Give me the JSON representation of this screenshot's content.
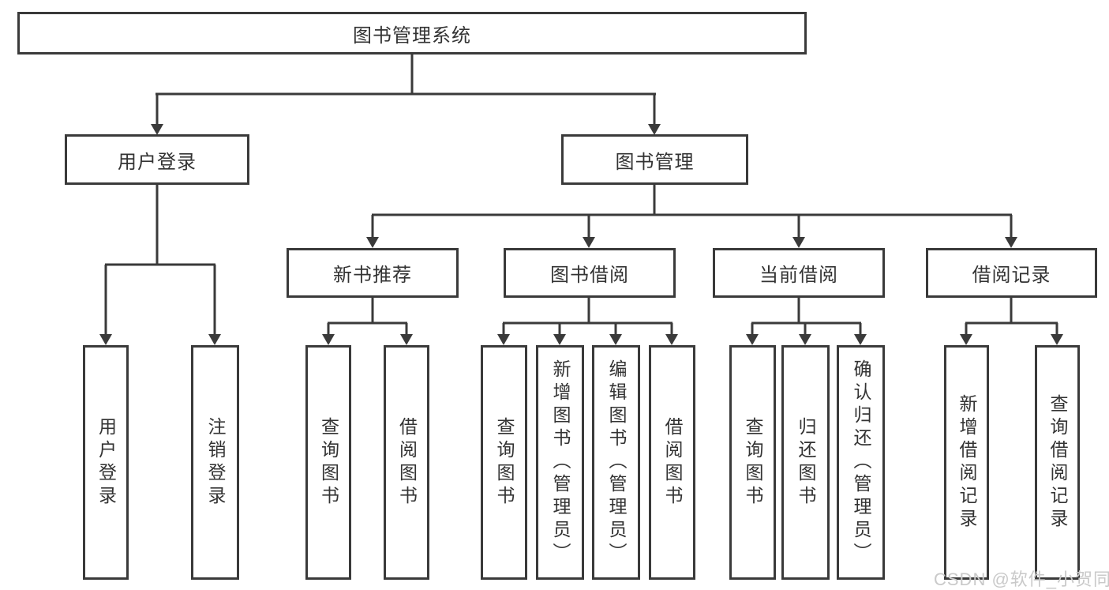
{
  "diagram": {
    "root": "图书管理系统",
    "branches": [
      {
        "label": "用户登录",
        "children": [
          "用户登录",
          "注销登录"
        ]
      },
      {
        "label": "图书管理",
        "sections": [
          {
            "label": "新书推荐",
            "children": [
              "查询图书",
              "借阅图书"
            ]
          },
          {
            "label": "图书借阅",
            "children": [
              "查询图书",
              "新增图书（管理员）",
              "编辑图书（管理员）",
              "借阅图书"
            ]
          },
          {
            "label": "当前借阅",
            "children": [
              "查询图书",
              "归还图书",
              "确认归还（管理员）"
            ]
          },
          {
            "label": "借阅记录",
            "children": [
              "新增借阅记录",
              "查询借阅记录"
            ]
          }
        ]
      }
    ],
    "colors": {
      "line": "#3a3a3a",
      "text": "#333333",
      "background": "#ffffff",
      "watermark": "#c9c9c9"
    },
    "watermark": "CSDN @软件_小贺同学"
  }
}
